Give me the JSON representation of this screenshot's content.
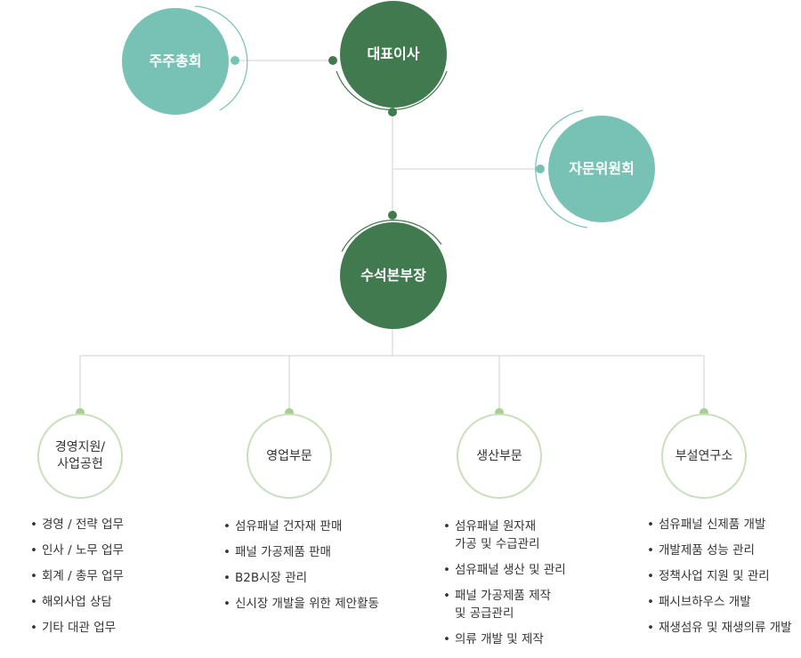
{
  "colors": {
    "teal": "#78c2b5",
    "dark_green": "#427a4f",
    "light_green": "#a8d08d",
    "line": "#d0d0d0"
  },
  "top": {
    "shareholders": "주주총회",
    "ceo": "대표이사",
    "advisory": "자문위원회",
    "chief": "수석본부장"
  },
  "departments": [
    {
      "name": "경영지원/\n사업공헌",
      "tasks": [
        "경영 / 전략 업무",
        "인사 / 노무 업무",
        "회계 / 총무 업무",
        "해외사업 상담",
        "기타 대관 업무"
      ]
    },
    {
      "name": "영업부문",
      "tasks": [
        "섬유패널 건자재 판매",
        "패널 가공제품 판매",
        "B2B시장 관리",
        "신시장 개발을 위한 제안활동"
      ]
    },
    {
      "name": "생산부문",
      "tasks": [
        "섬유패널 원자재\n가공 및 수급관리",
        "섬유패널 생산  및 관리",
        "패널 가공제품 제작\n및 공급관리",
        "의류 개발 및 제작"
      ]
    },
    {
      "name": "부설연구소",
      "tasks": [
        "섬유패널 신제품 개발",
        "개발제품 성능 관리",
        "정책사업 지원 및 관리",
        "패시브하우스 개발",
        "재생섬유 및 재생의류 개발"
      ]
    }
  ]
}
